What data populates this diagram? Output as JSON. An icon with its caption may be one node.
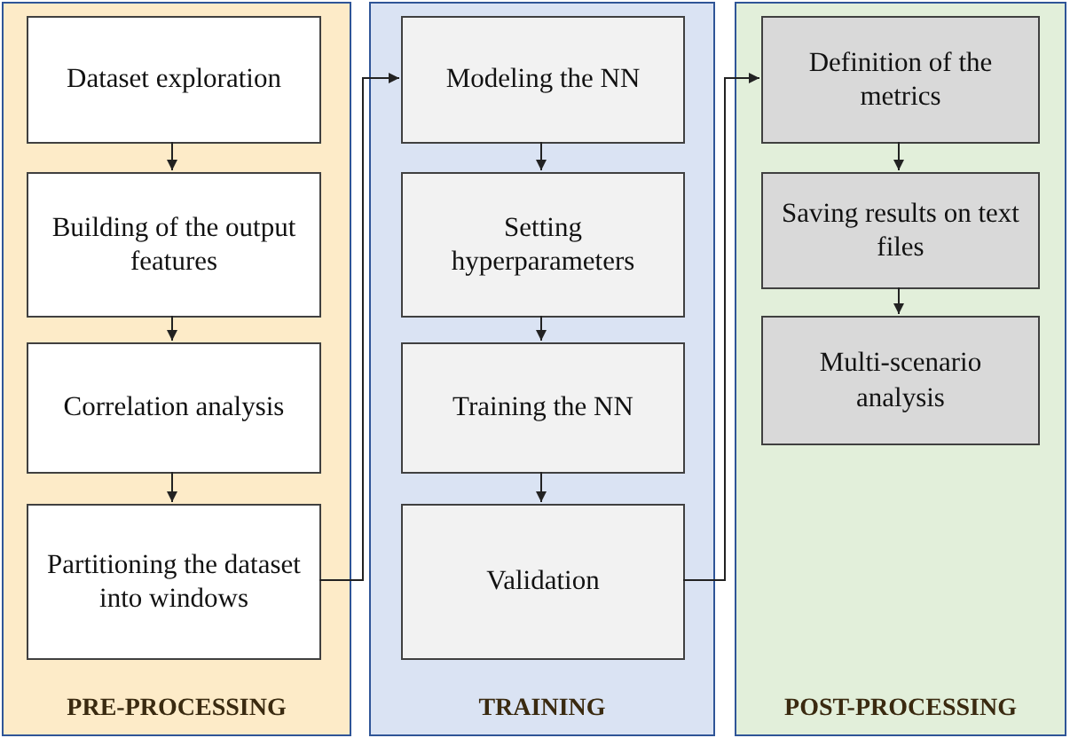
{
  "diagram": {
    "nodes": [
      {
        "text": [
          "PRE-PROCESSING"
        ]
      },
      {
        "text": [
          "Dataset exploration"
        ],
        "in": 0
      },
      {
        "text": [
          "Building of the output features"
        ],
        "in": 0
      },
      {
        "text": [
          "Correlation analysis"
        ],
        "in": 0
      },
      {
        "text": [
          "Partitioning the dataset into windows"
        ],
        "in": 0
      },
      {
        "text": [
          "TRAINING"
        ]
      },
      {
        "text": [
          "Modeling the NN"
        ],
        "in": 5
      },
      {
        "text": [
          "Setting hyperparameters"
        ],
        "in": 5
      },
      {
        "text": [
          "Training the NN"
        ],
        "in": 5
      },
      {
        "text": [
          "Validation"
        ],
        "in": 5
      },
      {
        "text": [
          "POST-PROCESSING"
        ]
      },
      {
        "text": [
          "Definition of the metrics"
        ],
        "in": 10
      },
      {
        "text": [
          "Saving results on text files"
        ],
        "in": 10
      },
      {
        "text": [
          "Multi-scenario analysis"
        ],
        "in": 10
      }
    ],
    "edges": [
      {
        "from": 1,
        "to": 2,
        "arrow": "to"
      },
      {
        "from": 2,
        "to": 3,
        "arrow": "to"
      },
      {
        "from": 3,
        "to": 4,
        "arrow": "to"
      },
      {
        "from": 4,
        "to": 6,
        "arrow": "to"
      },
      {
        "from": 6,
        "to": 7,
        "arrow": "to"
      },
      {
        "from": 7,
        "to": 8,
        "arrow": "to"
      },
      {
        "from": 8,
        "to": 9,
        "arrow": "to"
      },
      {
        "from": 9,
        "to": 11,
        "arrow": "to"
      },
      {
        "from": 11,
        "to": 12,
        "arrow": "to"
      },
      {
        "from": 12,
        "to": 13,
        "arrow": "to"
      }
    ]
  }
}
